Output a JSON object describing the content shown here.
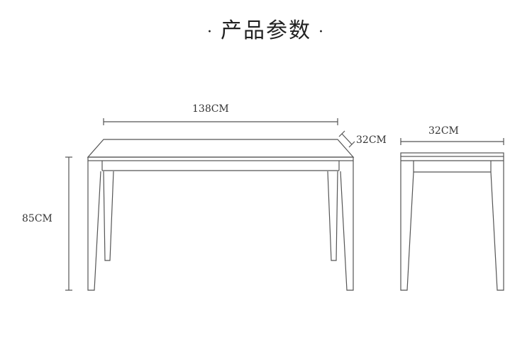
{
  "title": {
    "text": "产品参数",
    "left_dot": "·",
    "right_dot": "·"
  },
  "dimensions": {
    "length": "138CM",
    "depth_front": "32CM",
    "depth_side": "32CM",
    "height": "85CM"
  },
  "colors": {
    "line": "#555555",
    "text": "#333333"
  }
}
